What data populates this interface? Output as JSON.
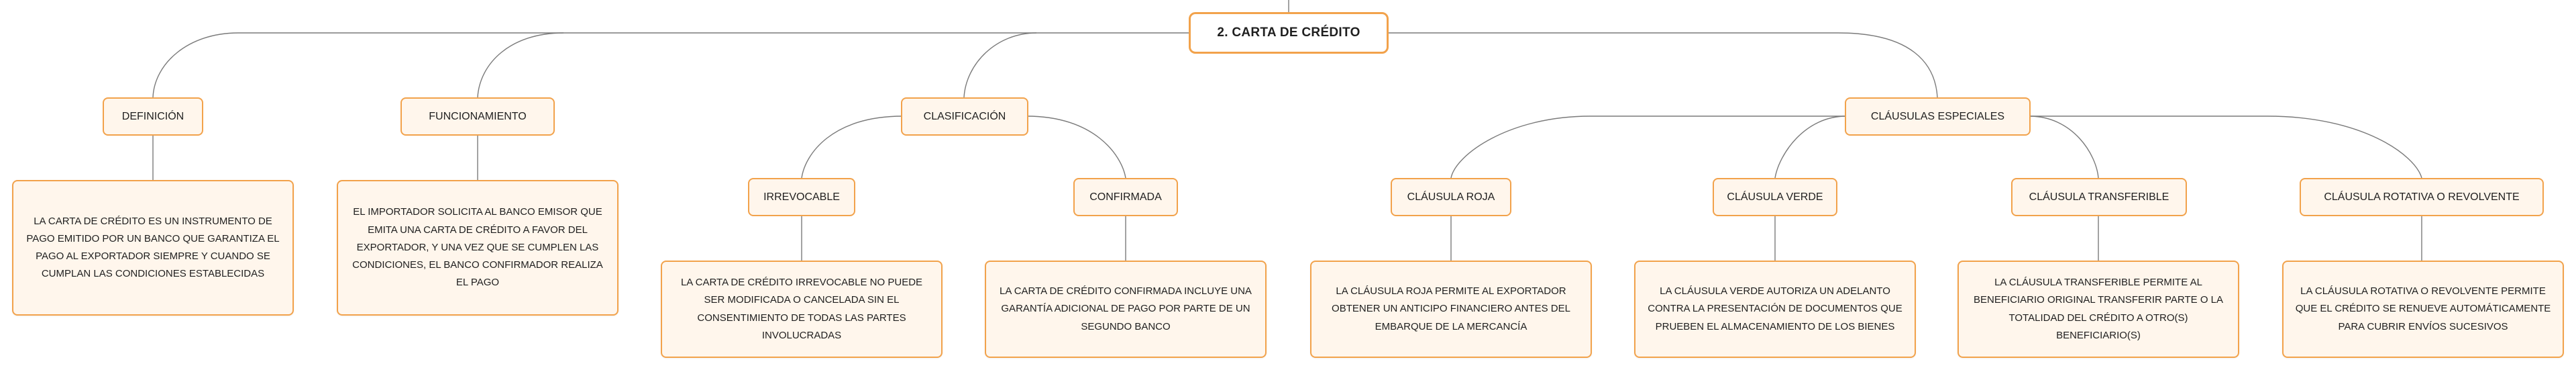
{
  "root": {
    "label": "2. CARTA DE CRÉDITO"
  },
  "definicion": {
    "label": "DEFINICIÓN",
    "text": "LA CARTA DE CRÉDITO ES UN INSTRUMENTO DE PAGO EMITIDO POR UN BANCO QUE GARANTIZA EL PAGO AL EXPORTADOR SIEMPRE Y CUANDO SE CUMPLAN LAS CONDICIONES ESTABLECIDAS"
  },
  "funcionamiento": {
    "label": "FUNCIONAMIENTO",
    "text": "EL IMPORTADOR SOLICITA AL BANCO EMISOR QUE EMITA UNA CARTA DE CRÉDITO A FAVOR DEL EXPORTADOR, Y UNA VEZ QUE SE CUMPLEN LAS CONDICIONES, EL BANCO CONFIRMADOR REALIZA EL PAGO"
  },
  "clasificacion": {
    "label": "CLASIFICACIÓN",
    "irrevocable": {
      "label": "IRREVOCABLE",
      "text": "LA CARTA DE CRÉDITO IRREVOCABLE NO PUEDE SER MODIFICADA O CANCELADA SIN EL CONSENTIMIENTO DE TODAS LAS PARTES INVOLUCRADAS"
    },
    "confirmada": {
      "label": "CONFIRMADA",
      "text": "LA CARTA DE CRÉDITO CONFIRMADA INCLUYE UNA GARANTÍA ADICIONAL DE PAGO POR PARTE DE UN SEGUNDO BANCO"
    }
  },
  "clausulas": {
    "label": "CLÁUSULAS ESPECIALES",
    "roja": {
      "label": "CLÁUSULA ROJA",
      "text": "LA CLÁUSULA ROJA PERMITE AL EXPORTADOR OBTENER UN ANTICIPO FINANCIERO ANTES DEL EMBARQUE DE LA MERCANCÍA"
    },
    "verde": {
      "label": "CLÁUSULA VERDE",
      "text": "LA CLÁUSULA VERDE AUTORIZA UN ADELANTO CONTRA LA PRESENTACIÓN DE DOCUMENTOS QUE PRUEBEN EL ALMACENAMIENTO DE LOS BIENES"
    },
    "transferible": {
      "label": "CLÁUSULA TRANSFERIBLE",
      "text": "LA CLÁUSULA TRANSFERIBLE PERMITE AL BENEFICIARIO ORIGINAL TRANSFERIR PARTE O LA TOTALIDAD DEL CRÉDITO A OTRO(S) BENEFICIARIO(S)"
    },
    "rotativa": {
      "label": "CLÁUSULA ROTATIVA O REVOLVENTE",
      "text": "LA CLÁUSULA ROTATIVA O REVOLVENTE PERMITE QUE EL CRÉDITO SE RENUEVE AUTOMÁTICAMENTE PARA CUBRIR ENVÍOS SUCESIVOS"
    }
  }
}
